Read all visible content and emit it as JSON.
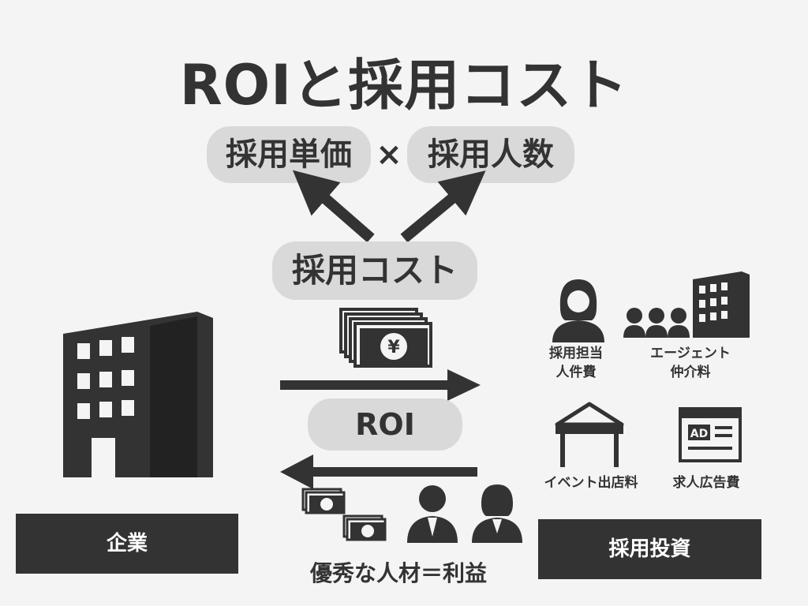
{
  "title": "ROIと採用コスト",
  "formula": {
    "left": "採用単価",
    "operator": "×",
    "right": "採用人数"
  },
  "cost_label": "採用コスト",
  "roi_label": "ROI",
  "company_label": "企業",
  "investment_label": "採用投資",
  "talent_label": "優秀な人材＝利益",
  "currency_symbol": "¥",
  "ad_text": "AD",
  "investment_items": {
    "recruiter_line1": "採用担当",
    "recruiter_line2": "人件費",
    "agent_line1": "エージェント",
    "agent_line2": "仲介料",
    "event": "イベント出店料",
    "job_ad": "求人広告費"
  },
  "colors": {
    "background": "#f4f4f4",
    "dark": "#333333",
    "pill": "#d9d9d9"
  }
}
